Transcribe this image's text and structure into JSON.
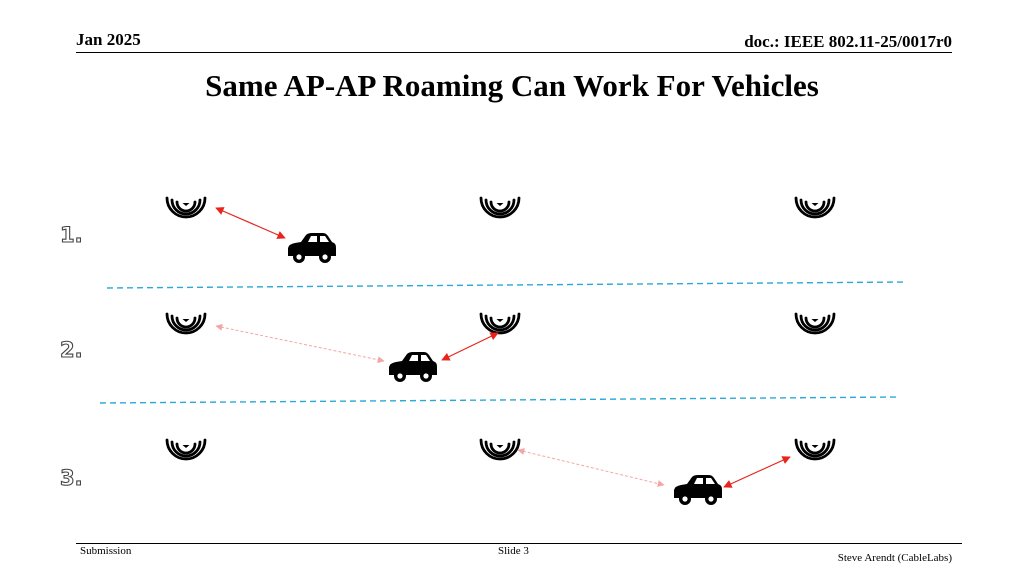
{
  "header": {
    "date": "Jan 2025",
    "doc_id": "doc.: IEEE 802.11-25/0017r0"
  },
  "slide": {
    "title": "Same AP-AP Roaming Can Work For Vehicles"
  },
  "diagram": {
    "steps": [
      {
        "label": "1.",
        "active_ap": 1,
        "previous_ap": null
      },
      {
        "label": "2.",
        "active_ap": 2,
        "previous_ap": 1
      },
      {
        "label": "3.",
        "active_ap": 3,
        "previous_ap": 2
      }
    ],
    "ap_icon": "wifi-signal-icon",
    "vehicle_icon": "car-icon",
    "colors": {
      "active_link": "#e8241d",
      "previous_link": "#f4a6a6",
      "separator": "#2aa9d6",
      "icon": "#000000"
    }
  },
  "footer": {
    "left": "Submission",
    "center": "Slide 3",
    "right": "Steve Arendt (CableLabs)"
  }
}
